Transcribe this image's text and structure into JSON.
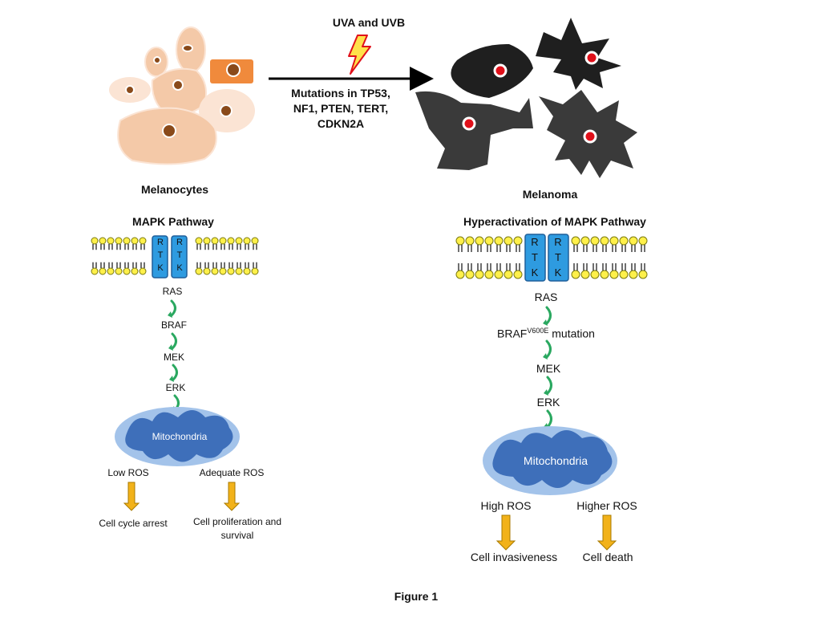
{
  "top": {
    "uv_label": "UVA and UVB",
    "mutations_label": [
      "Mutations in TP53,",
      "NF1, PTEN, TERT,",
      "CDKN2A"
    ],
    "left_label": "Melanocytes",
    "right_label": "Melanoma"
  },
  "left_panel": {
    "title": "MAPK Pathway",
    "receptor_letters": [
      "R",
      "T",
      "K"
    ],
    "cascade": [
      "RAS",
      "BRAF",
      "MEK",
      "ERK"
    ],
    "organelle": "Mitochondria",
    "outcome_labels": [
      "Low ROS",
      "Adequate ROS"
    ],
    "results": [
      "Cell cycle arrest",
      "Cell proliferation and",
      "survival"
    ]
  },
  "right_panel": {
    "title": "Hyperactivation of MAPK Pathway",
    "receptor_letters": [
      "R",
      "T",
      "K"
    ],
    "cascade": [
      "RAS",
      "BRAF",
      "V600E",
      "mutation",
      "MEK",
      "ERK"
    ],
    "organelle": "Mitochondria",
    "outcome_labels": [
      "High ROS",
      "Higher ROS"
    ],
    "results": [
      "Cell invasiveness",
      "Cell death"
    ]
  },
  "caption": "Figure 1",
  "colors": {
    "melanocyte_fill": "#f4c9a8",
    "melanocyte_light": "#fbe4d4",
    "melanocyte_nucleus": "#8a4a1a",
    "orange_cell": "#f08a3c",
    "melanoma_dark": "#1f1f1f",
    "melanoma_gray": "#3a3a3a",
    "melanoma_nucleus": "#e0101a",
    "lightning": "#ffe14a",
    "lightning_edge": "#e0101a",
    "membrane_head": "#fff04a",
    "membrane_edge": "#7a7a10",
    "rtk_fill": "#2e9be0",
    "rtk_edge": "#1f5f9a",
    "curve_arrow": "#2aa860",
    "mito_outer": "#a3c3ea",
    "mito_inner": "#3e6fba",
    "down_arrow": "#f2b21a"
  }
}
